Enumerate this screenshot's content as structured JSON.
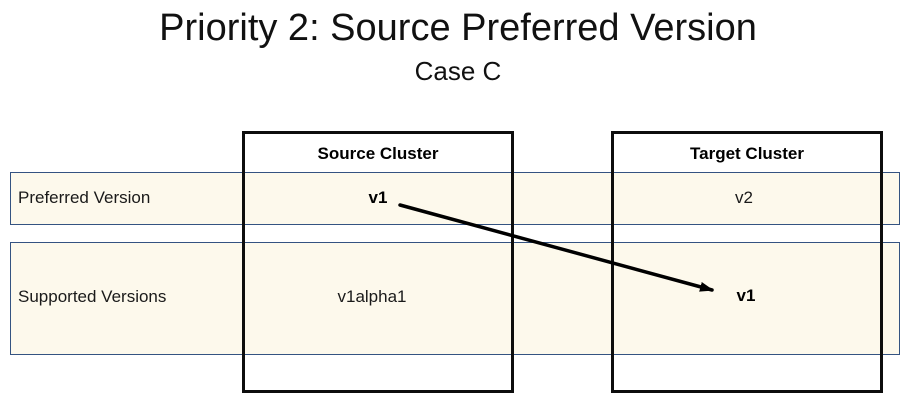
{
  "title": "Priority 2: Source Preferred Version",
  "subtitle": "Case C",
  "columns": [
    {
      "label": "Source Cluster"
    },
    {
      "label": "Target Cluster"
    }
  ],
  "rows": [
    {
      "label": "Preferred Version",
      "source_value": "v1",
      "target_value": "v2"
    },
    {
      "label": "Supported Versions",
      "source_value": "v1alpha1",
      "target_value": "v1"
    }
  ],
  "arrow": {
    "from": "source-cluster-preferred-v1",
    "to": "target-cluster-supported-v1"
  },
  "colors": {
    "row_bg": "#FDF9EC",
    "row_border": "#345381",
    "box_border": "#0d0d0d",
    "arrow": "#000000"
  }
}
